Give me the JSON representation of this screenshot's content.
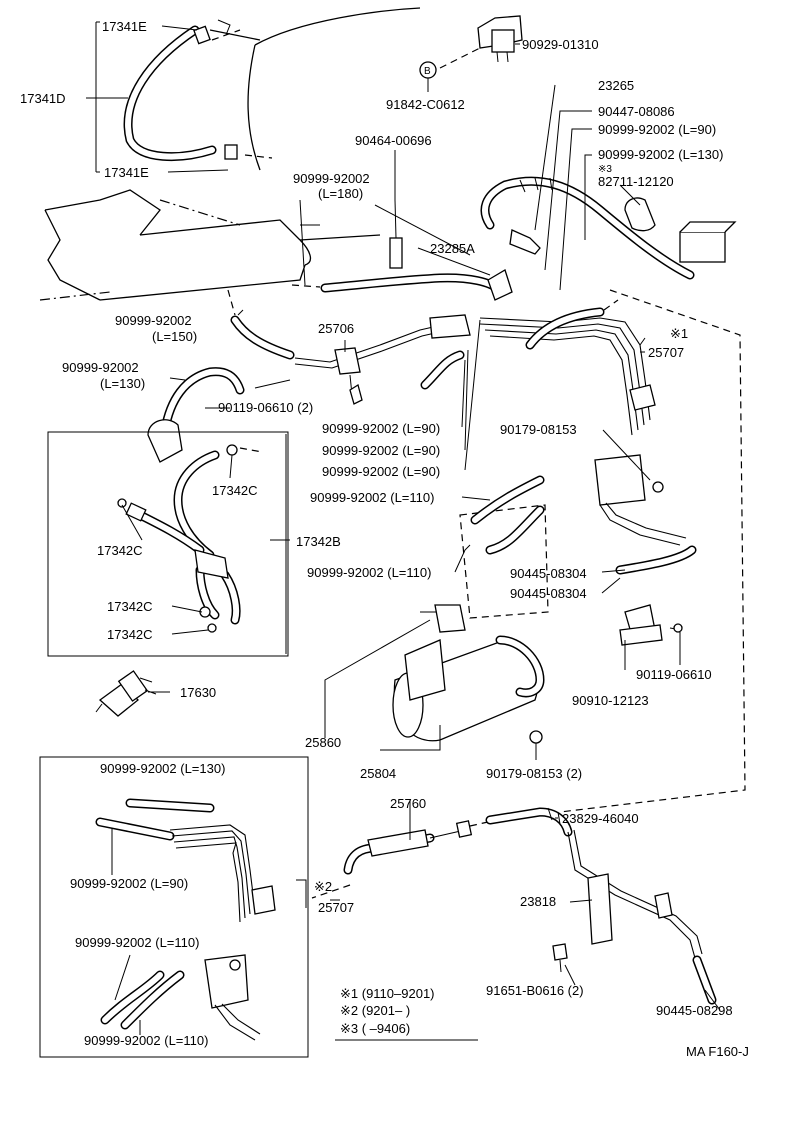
{
  "labels": {
    "p17341E_a": "17341E",
    "p17341D": "17341D",
    "p17341E_b": "17341E",
    "p90929": "90929-01310",
    "circB": "B",
    "p91842": "91842-C0612",
    "p23265": "23265",
    "p90447": "90447-08086",
    "p90999_l90a": "90999-92002 (L=90)",
    "p90999_l130a": "90999-92002 (L=130)",
    "star3": "※3",
    "p82711": "82711-12120",
    "p90464": "90464-00696",
    "p90999_l180": "90999-92002",
    "l180": "(L=180)",
    "p23285A": "23285A",
    "p90999_l150": "90999-92002",
    "l150": "(L=150)",
    "p25706": "25706",
    "star1": "※1",
    "p25707a": "25707",
    "p90999_l130b": "90999-92002",
    "l130": "(L=130)",
    "p90119a": "90119-06610 (2)",
    "p90999_l90b": "90999-92002 (L=90)",
    "p90999_l90c": "90999-92002 (L=90)",
    "p90999_l90d": "90999-92002 (L=90)",
    "p90179a": "90179-08153",
    "p17342C_a": "17342C",
    "p90999_l110a": "90999-92002 (L=110)",
    "p17342C_b": "17342C",
    "p17342B": "17342B",
    "p90999_l110b": "90999-92002 (L=110)",
    "p90445a": "90445-08304",
    "p90445b": "90445-08304",
    "p17342C_c": "17342C",
    "p17342C_d": "17342C",
    "p90119b": "90119-06610",
    "p17630": "17630",
    "p90910": "90910-12123",
    "p25860": "25860",
    "p25804": "25804",
    "p90179b": "90179-08153 (2)",
    "in_l130": "90999-92002 (L=130)",
    "in_l90": "90999-92002 (L=90)",
    "p25760": "25760",
    "p23829": "23829-46040",
    "star2": "※2",
    "p25707b": "25707",
    "in_l110a": "90999-92002 (L=110)",
    "p23818": "23818",
    "in_l110b": "90999-92002 (L=110)",
    "p91651": "91651-B0616 (2)",
    "p90445c": "90445-08298",
    "legend1": "※1 (9110–9201)",
    "legend2": "※2 (9201–          )",
    "legend3": "※3 (          –9406)",
    "footer": "MA F160-J"
  }
}
